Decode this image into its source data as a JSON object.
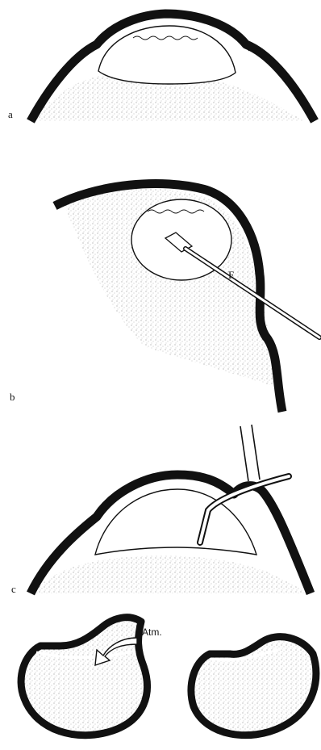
{
  "panels": {
    "a": {
      "label": "a"
    },
    "b": {
      "label": "b",
      "instrument_label": "F"
    },
    "c": {
      "label": "c"
    },
    "d": {
      "annotation": "Atm."
    }
  },
  "colors": {
    "ink": "#111111",
    "stipple": "#cfcfcf",
    "paper": "#ffffff"
  }
}
